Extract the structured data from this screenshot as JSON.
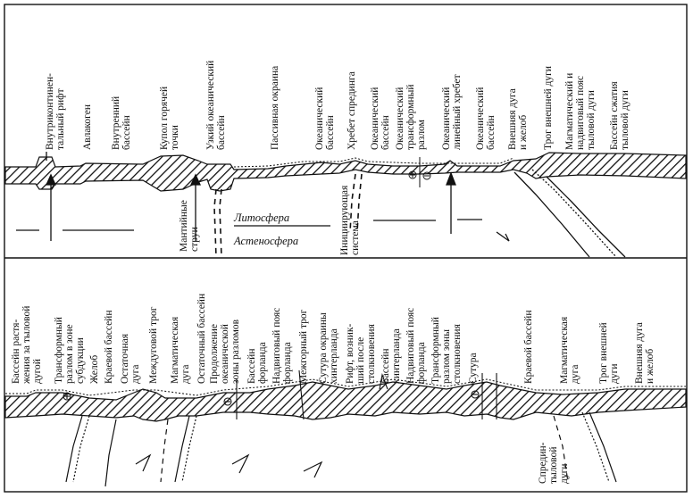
{
  "panel_top": {
    "labels": [
      "Внутриконтинен-\nтальный рифт",
      "Авлакоген",
      "Внутренний\nбассейн",
      "Купол горячей\nточки",
      "Узкий океанический\nбассейн",
      "Пассивная окраина",
      "Океанический\nбассейн",
      "Хребет спрединга",
      "Океанический\nбассейн",
      "Океанический\nтрансформный\nразлом",
      "Океанический\nлинейный хребет",
      "Океанический\nбассейн",
      "Внешняя дуга\nи желоб",
      "Трог внешней дуги",
      "Магматический и\nнадвиговый пояс\nтыловой дуги",
      "Бассейн сжатия\nтыловой дуги"
    ],
    "mantle_jets": "Мантийные\nструи",
    "initiating_system": "Инициирующая\nсистема",
    "lithosphere": "Литосфера",
    "asthenosphere": "Астеносфера"
  },
  "panel_bottom": {
    "labels": [
      "Бассейн растя-\nжения за тыловой\nдугой",
      "Трансформный\nразлом в зоне\nсубдукции",
      "Желоб",
      "Краевой бассейн",
      "Остаточная\nдуга",
      "Междуговой трог",
      "Магматическая\nдуга",
      "Остаточный бассейн",
      "Продолжение\nокеанической\nзоны разломов",
      "Бассейн\nфорланда",
      "Надвиговый пояс\nфорланда",
      "Межгорный трог",
      "Сутура окраины\nхинтерланда",
      "Рифт, возник-\nший после\nстолкновения",
      "Бассейн\nхинтерланда",
      "Надвиговый пояс\nфорланда",
      "Трансформный\nразлом зоны\nстолкновения",
      "Сутура",
      "Краевой бассейн",
      "Магматическая\nдуга",
      "Трог внешней\nдуги",
      "Внешняя дуга\nи желоб"
    ],
    "backarc_spreading": "Спредин-\nтыловой\nдуги"
  }
}
